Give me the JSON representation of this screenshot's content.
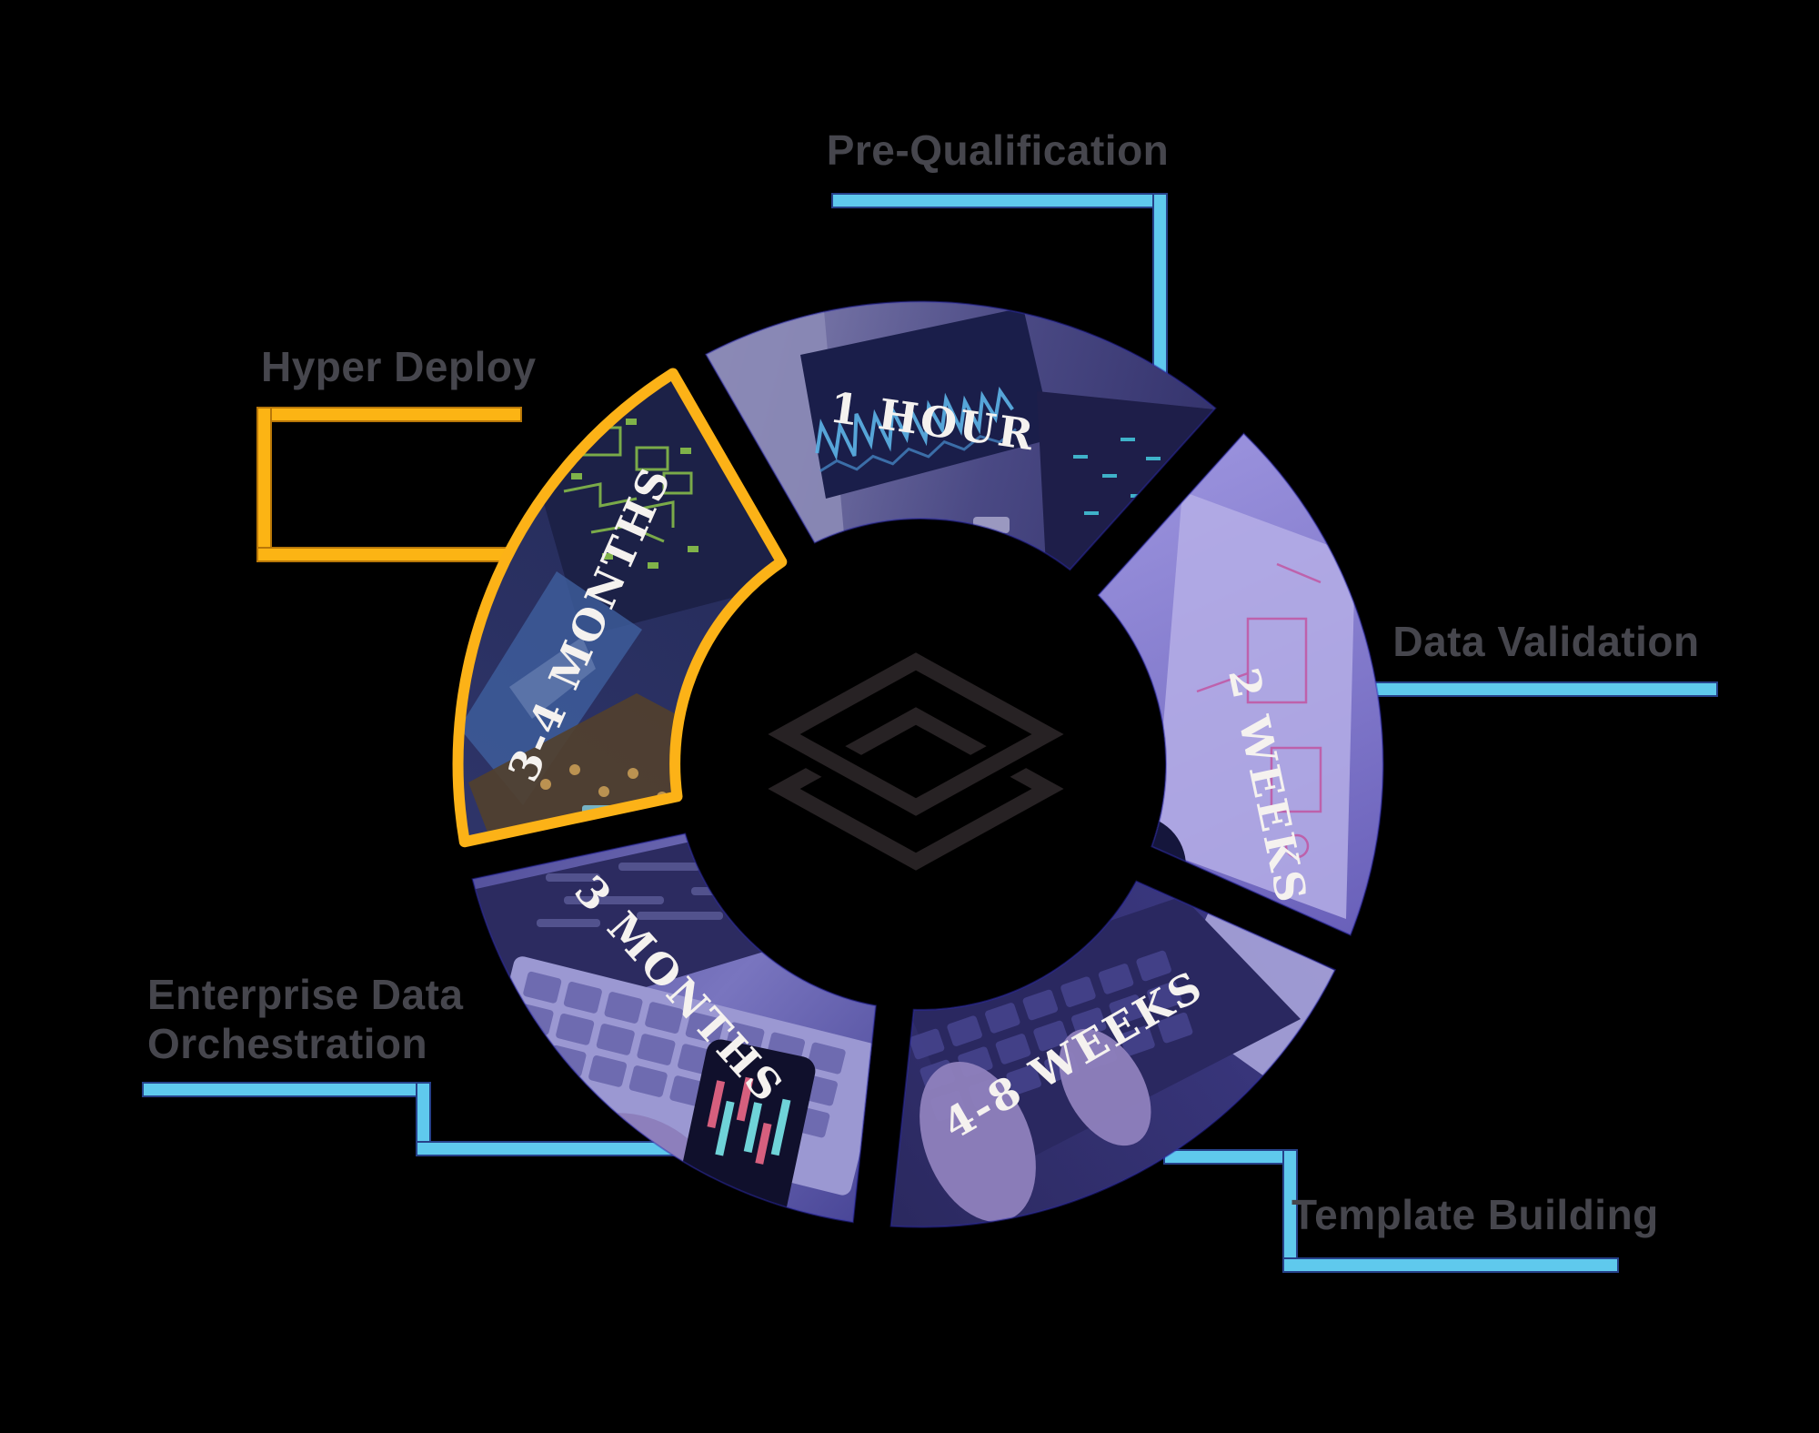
{
  "diagram": {
    "type": "circular-process-cycle",
    "background_color": "#000000",
    "center_logo": "stacked-layers-diamond-logo",
    "segments": [
      {
        "id": "pre-qualification",
        "label": "Pre-Qualification",
        "duration": "1 HOUR",
        "connector_color": "#5fc9ed",
        "photo_subject": "oscilloscope-test-equipment",
        "highlighted": false
      },
      {
        "id": "data-validation",
        "label": "Data Validation",
        "duration": "2 WEEKS",
        "connector_color": "#5fc9ed",
        "photo_subject": "engineer-at-whiteboard",
        "highlighted": false
      },
      {
        "id": "template-building",
        "label": "Template Building",
        "duration": "4-8 WEEKS",
        "connector_color": "#5fc9ed",
        "photo_subject": "hands-typing-on-laptop",
        "highlighted": false
      },
      {
        "id": "enterprise-data-orchestration",
        "label": "Enterprise Data Orchestration",
        "label_line1": "Enterprise Data",
        "label_line2": "Orchestration",
        "duration": "3 MONTHS",
        "connector_color": "#5fc9ed",
        "photo_subject": "trading-screens-laptop-and-phone",
        "highlighted": false
      },
      {
        "id": "hyper-deploy",
        "label": "Hyper Deploy",
        "duration": "3-4 MONTHS",
        "connector_color": "#fcb414",
        "photo_subject": "airplane-cockpit",
        "highlighted": true
      }
    ],
    "colors": {
      "connector_blue": "#5fc9ed",
      "connector_orange": "#fcb414",
      "highlight_outline": "#fcb217",
      "label_text": "#46464d",
      "duration_text": "#f5f2ef",
      "logo": "#272224"
    }
  }
}
